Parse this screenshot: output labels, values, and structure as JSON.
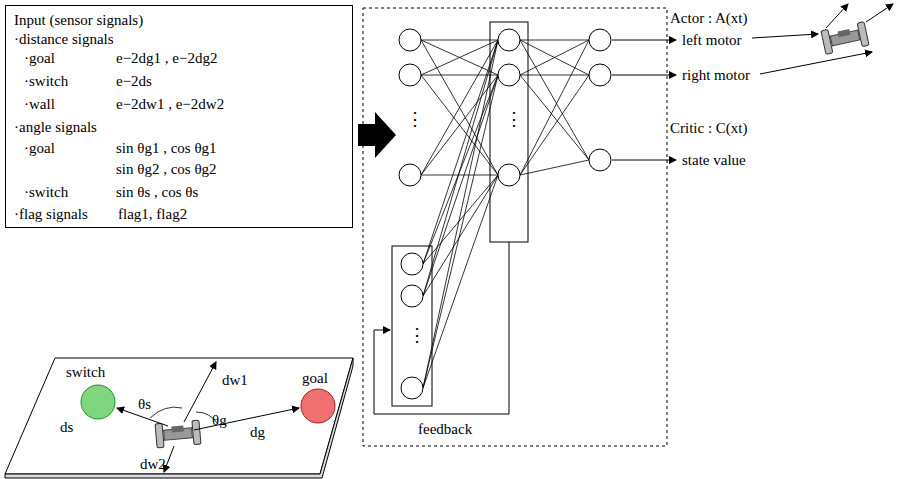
{
  "diagram": {
    "nodes": [
      {
        "text": [
          "Input (sensor signals)",
          "·distance signals",
          "·goal",
          "e−2dg1 , e−2dg2",
          "·switch",
          "e−2ds",
          "·wall",
          "e−2dw1 , e−2dw2",
          "·angle signals",
          "·goal",
          "sin θg1 , cos θg1",
          "sin θg2 , cos θg2",
          "·switch",
          "sin θs , cos θs",
          "·flag signals",
          "flag1, flag2"
        ]
      }
    ],
    "labels": [
      "Actor : A(xt)",
      "left motor",
      "right motor",
      "Critic : C(xt)",
      "state value",
      "⋮",
      "⋮",
      "⋮",
      "feedback",
      "switch",
      "goal",
      "ds",
      "θs",
      "dw1",
      "θg",
      "dg",
      "dw2"
    ]
  }
}
